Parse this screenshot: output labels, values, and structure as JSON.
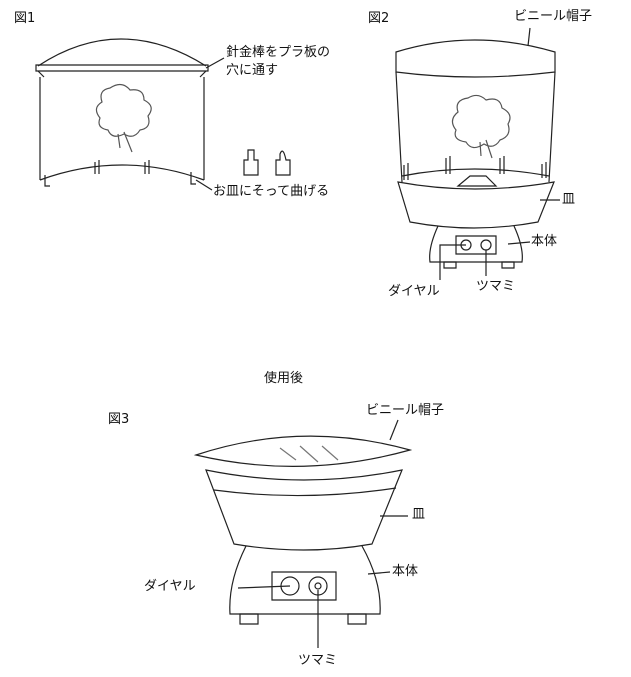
{
  "fig1": {
    "title": "図1",
    "callout_rod_line1": "針金棒をプラ板の",
    "callout_rod_line2": "穴に通す",
    "callout_bend": "お皿にそって曲げる"
  },
  "fig2": {
    "title": "図2",
    "label_cap": "ビニール帽子",
    "label_plate": "皿",
    "label_body": "本体",
    "label_dial": "ダイヤル",
    "label_knob": "ツマミ"
  },
  "fig3": {
    "heading": "使用後",
    "title": "図3",
    "label_cap": "ビニール帽子",
    "label_plate": "皿",
    "label_body": "本体",
    "label_dial": "ダイヤル",
    "label_knob": "ツマミ"
  }
}
